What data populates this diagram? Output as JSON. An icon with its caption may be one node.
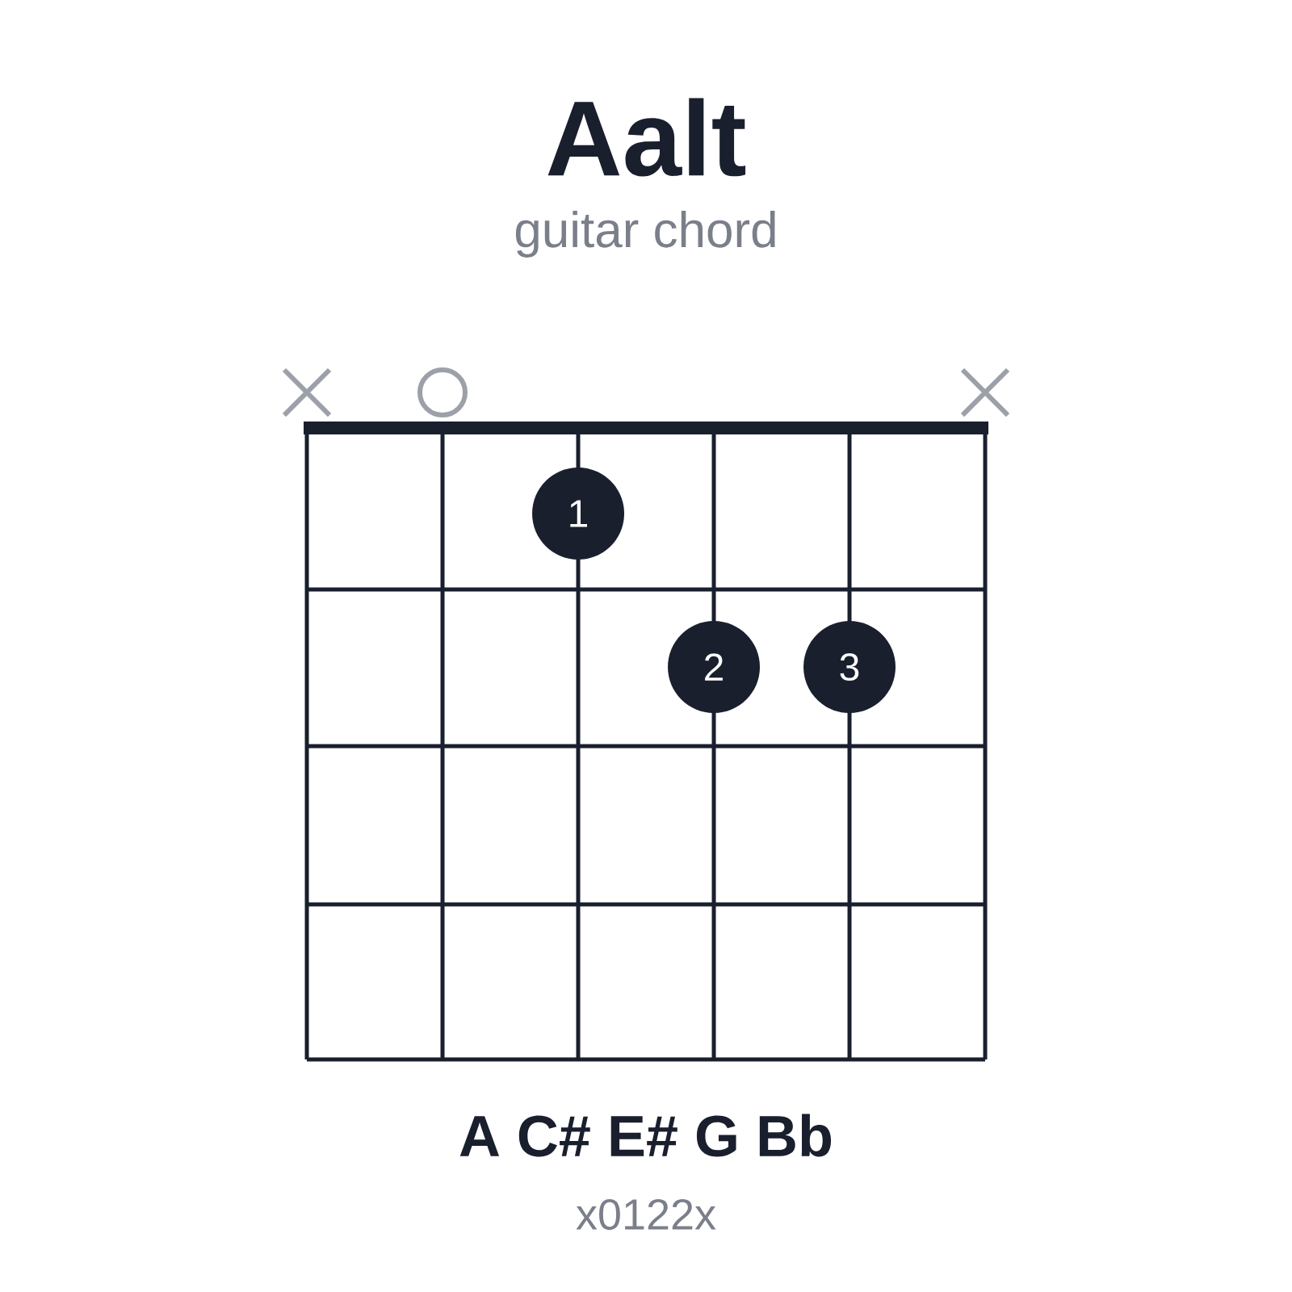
{
  "diagram": {
    "title": "Aalt",
    "nodes": [
      {
        "text": [
          "1"
        ]
      },
      {
        "text": [
          "2"
        ]
      },
      {
        "text": [
          "3"
        ]
      }
    ],
    "labels": [
      "guitar chord",
      "A C# E# G Bb",
      "x0122x"
    ]
  }
}
